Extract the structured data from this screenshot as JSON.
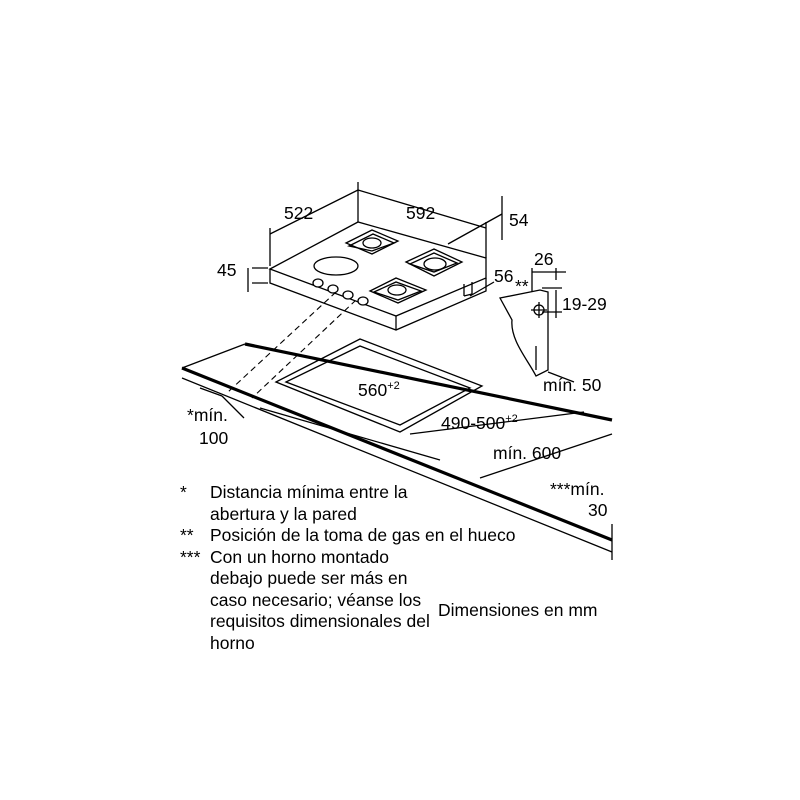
{
  "dimensions": {
    "depth": "522",
    "width": "592",
    "right_offset": "54",
    "height": "45",
    "connector_offset": "56",
    "connector_width": "26",
    "connector_marker": "**",
    "connector_height": "19-29",
    "cutout_width": "560",
    "cutout_width_tol": "+2",
    "cutout_depth": "490-500",
    "cutout_depth_tol": "+2",
    "wall_distance_marker": "*",
    "wall_distance_min": "mín.",
    "wall_distance_value": "100",
    "min_50": "mín. 50",
    "min_600": "mín. 600",
    "oven_min_label": "***mín.",
    "oven_min_value": "30"
  },
  "notes": [
    {
      "mark": "*",
      "text": "Distancia mínima entre la abertura y la pared"
    },
    {
      "mark": "**",
      "text": "Posición de la toma de gas en el hueco"
    },
    {
      "mark": "***",
      "text": "Con un horno montado debajo puede ser más en caso necesario; véanse los requisitos dimensionales del horno"
    }
  ],
  "units_label": "Dimensiones en mm"
}
